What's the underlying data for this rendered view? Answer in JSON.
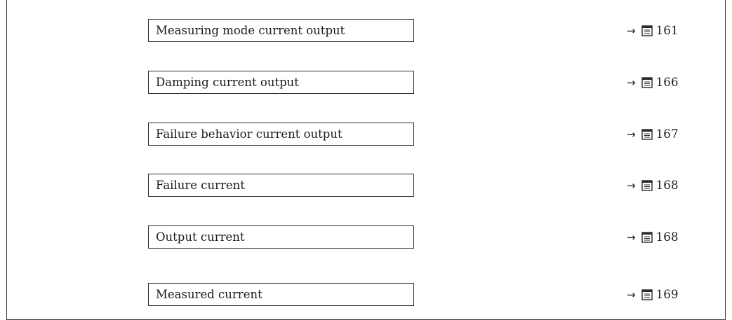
{
  "arrow_symbol": "→",
  "rows": [
    {
      "label": "Measuring mode current output",
      "page": "161"
    },
    {
      "label": "Damping current output",
      "page": "166"
    },
    {
      "label": "Failure behavior current output",
      "page": "167"
    },
    {
      "label": "Failure current",
      "page": "168"
    },
    {
      "label": "Output current",
      "page": "168"
    },
    {
      "label": "Measured current",
      "page": "169"
    }
  ]
}
